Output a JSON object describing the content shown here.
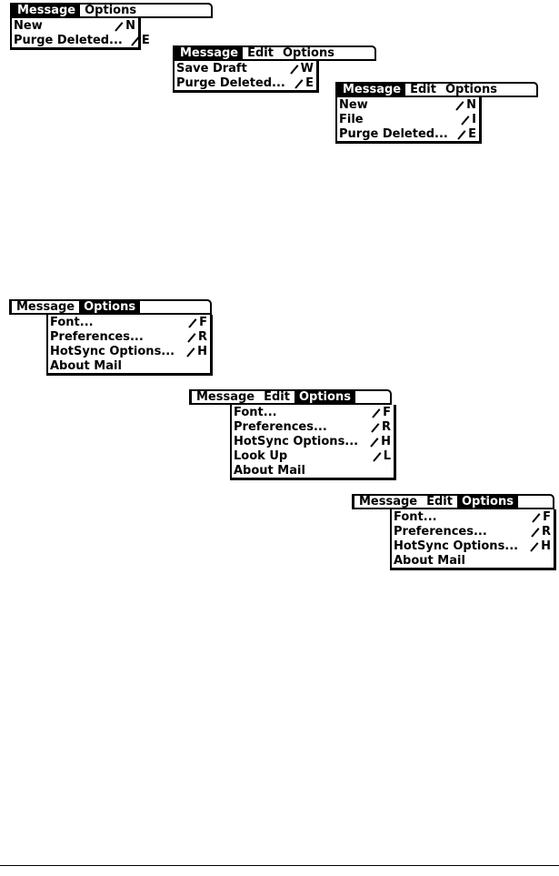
{
  "glyphs": {
    "graffiti_stroke": "pen-stroke-icon"
  },
  "menus": [
    {
      "id": "m1",
      "bar": [
        {
          "label": "Message",
          "active": true
        },
        {
          "label": "Options",
          "active": false
        }
      ],
      "items": [
        {
          "label": "New",
          "key": "N"
        },
        {
          "label": "Purge Deleted...",
          "key": "E"
        }
      ]
    },
    {
      "id": "m2",
      "bar": [
        {
          "label": "Message",
          "active": true
        },
        {
          "label": "Edit",
          "active": false
        },
        {
          "label": "Options",
          "active": false
        }
      ],
      "items": [
        {
          "label": "Save Draft",
          "key": "W"
        },
        {
          "label": "Purge Deleted...",
          "key": "E"
        }
      ]
    },
    {
      "id": "m3",
      "bar": [
        {
          "label": "Message",
          "active": true
        },
        {
          "label": "Edit",
          "active": false
        },
        {
          "label": "Options",
          "active": false
        }
      ],
      "items": [
        {
          "label": "New",
          "key": "N"
        },
        {
          "label": "File",
          "key": "I"
        },
        {
          "label": "Purge Deleted...",
          "key": "E"
        }
      ]
    },
    {
      "id": "m4",
      "bar": [
        {
          "label": "Message",
          "active": false
        },
        {
          "label": "Options",
          "active": true
        }
      ],
      "items": [
        {
          "label": "Font...",
          "key": "F"
        },
        {
          "label": "Preferences...",
          "key": "R"
        },
        {
          "label": "HotSync Options...",
          "key": "H"
        },
        {
          "label": "About Mail",
          "key": ""
        }
      ]
    },
    {
      "id": "m5",
      "bar": [
        {
          "label": "Message",
          "active": false
        },
        {
          "label": "Edit",
          "active": false
        },
        {
          "label": "Options",
          "active": true
        }
      ],
      "items": [
        {
          "label": "Font...",
          "key": "F"
        },
        {
          "label": "Preferences...",
          "key": "R"
        },
        {
          "label": "HotSync Options...",
          "key": "H"
        },
        {
          "label": "Look Up",
          "key": "L"
        },
        {
          "label": "About Mail",
          "key": ""
        }
      ]
    },
    {
      "id": "m6",
      "bar": [
        {
          "label": "Message",
          "active": false
        },
        {
          "label": "Edit",
          "active": false
        },
        {
          "label": "Options",
          "active": true
        }
      ],
      "items": [
        {
          "label": "Font...",
          "key": "F"
        },
        {
          "label": "Preferences...",
          "key": "R"
        },
        {
          "label": "HotSync Options...",
          "key": "H"
        },
        {
          "label": "About Mail",
          "key": ""
        }
      ]
    }
  ]
}
